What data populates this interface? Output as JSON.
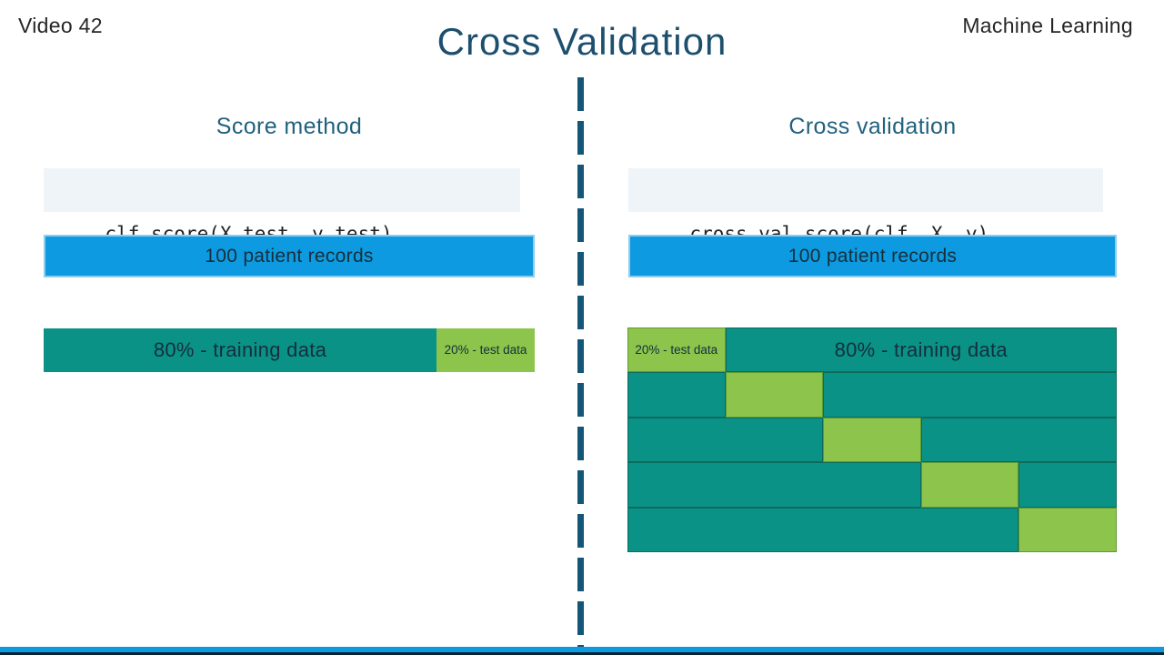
{
  "header": {
    "video_label": "Video 42",
    "title": "Cross Validation",
    "course_label": "Machine Learning"
  },
  "left_panel": {
    "heading": "Score method",
    "code": "clf.score(X_test, y_test)",
    "records_label": "100 patient records",
    "train_label": "80% - training data",
    "test_label": "20% - test data",
    "train_pct": 80,
    "test_pct": 20
  },
  "right_panel": {
    "heading": "Cross validation",
    "code": "cross_val_score(clf, X, y)",
    "records_label": "100 patient records",
    "train_label": "80% - training data",
    "test_label": "20% - test data",
    "folds": 5,
    "fold_test_positions": [
      1,
      2,
      3,
      4,
      5
    ]
  },
  "colors": {
    "title-navy": "#1d4f6e",
    "heading-teal": "#21617e",
    "header-ink": "#262626",
    "bar-blue": "#0d9ae0",
    "bar-blue-border": "#8ecdec",
    "bar-ink": "#142f3c",
    "train-teal": "#0a9286",
    "test-green": "#8cc44c",
    "train-border": "#0d6b5c",
    "test-border": "#5d9a33",
    "code-bg": "#eef4f8",
    "code-ink": "#212121",
    "divider-blue": "#135677",
    "footer-blue": "#0d9ae0",
    "footer-dark": "#0a2130"
  }
}
